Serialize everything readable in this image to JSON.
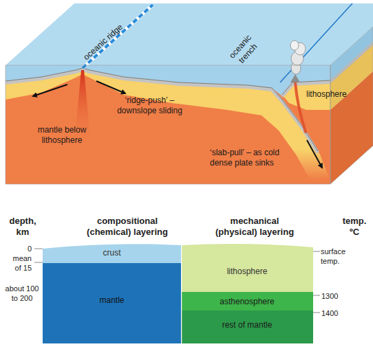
{
  "diagram": {
    "nodes": [
      {
        "text": [
          "crust"
        ]
      },
      {
        "text": [
          "mantle"
        ]
      },
      {
        "text": [
          "lithosphere"
        ]
      },
      {
        "text": [
          "asthenosphere"
        ]
      },
      {
        "text": [
          "rest of mantle"
        ]
      }
    ],
    "labels": [
      "oceanic ridge",
      "oceanic trench",
      "‘ridge-push’ – downslope sliding",
      "lithosphere",
      "mantle below lithosphere",
      "‘slab-pull’ – as cold dense plate sinks",
      "depth, km",
      "compositional (chemical) layering",
      "mechanical (physical) layering",
      "temp. ºC",
      "0",
      "mean of 15",
      "about 100 to 200",
      "surface temp.",
      "1300",
      "1400"
    ]
  }
}
